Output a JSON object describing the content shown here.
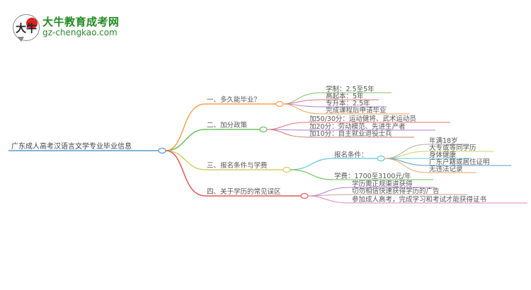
{
  "logo": {
    "badge_glyph": "大牛",
    "title": "大牛教育成考网",
    "url": "gz-chengkao.com"
  },
  "mindmap": {
    "root": "广东成人高考汉语言文学专业毕业信息",
    "branches": [
      {
        "label": "一、多久能毕业？",
        "color": "#f5a050",
        "children": [
          {
            "label": "学制：2.5至5年",
            "color": "#7cc46a"
          },
          {
            "label": "高起本：5年",
            "color": "#e8707a"
          },
          {
            "label": "专升本：2.5年",
            "color": "#b080d0"
          },
          {
            "label": "完成课程后申请毕业",
            "color": "#f5a050"
          }
        ]
      },
      {
        "label": "二、加分政策",
        "color": "#6cc060",
        "children": [
          {
            "label": "加50/30分：运动健将、武术运动员",
            "color": "#e8707a"
          },
          {
            "label": "加20分：劳动模范、先进生产者",
            "color": "#b080d0"
          },
          {
            "label": "加10分：自主就业退役士兵",
            "color": "#c87a70"
          }
        ]
      },
      {
        "label": "三、报名条件与学费",
        "color": "#d4d060",
        "children": [
          {
            "label": "报名条件：",
            "color": "#60c8d8",
            "children": [
              {
                "label": "年满18岁",
                "color": "#aaaaaa"
              },
              {
                "label": "大专或等同学历",
                "color": "#d4d060"
              },
              {
                "label": "身体健康",
                "color": "#60c8d8"
              },
              {
                "label": "广东户籍或居住证明",
                "color": "#5a9ad0"
              },
              {
                "label": "无违法记录",
                "color": "#f5a060"
              }
            ]
          },
          {
            "label": "学费：1700至3100元/年",
            "color": "#6cc060"
          }
        ]
      },
      {
        "label": "四、关于学历的常见误区",
        "color": "#e05a5a",
        "children": [
          {
            "label": "学历需正规渠道获得",
            "color": "#b080d0"
          },
          {
            "label": "切勿相信快速获得学历的广告",
            "color": "#c8a0a0"
          },
          {
            "label": "参加成人高考，完成学习和考试才能获得证书",
            "color": "#e080c8"
          }
        ]
      }
    ]
  }
}
